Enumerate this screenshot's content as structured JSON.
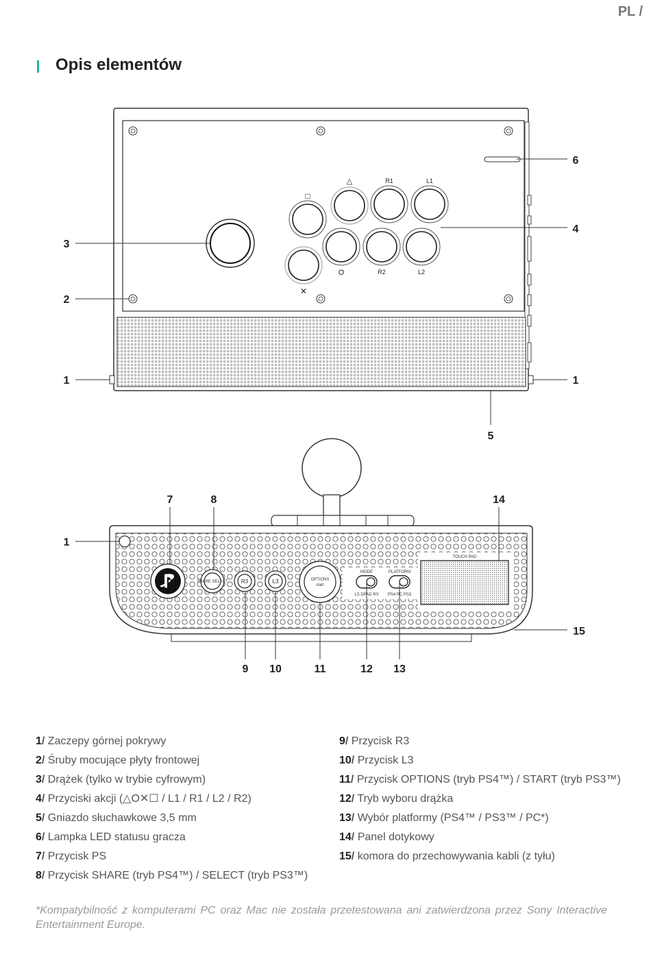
{
  "header": {
    "lang": "PL /"
  },
  "section": {
    "title": "Opis elementów"
  },
  "top_view": {
    "button_labels": [
      "△",
      "R1",
      "L1",
      "□",
      "O",
      "R2",
      "L2",
      "✕"
    ],
    "callouts": [
      "1",
      "1",
      "2",
      "3",
      "4",
      "5",
      "6"
    ]
  },
  "front_view": {
    "labels": {
      "share": "SHARE SELECT",
      "r3": "R3",
      "l3": "L3",
      "options": "OPTIONS",
      "start": "start",
      "mode": "MODE",
      "mode_opts": "LS DPAD RS",
      "platform": "PLATFORM",
      "platform_opts": "PS4 PC PS3",
      "touch_pad": "TOUCH PAD"
    },
    "callouts": [
      "1",
      "7",
      "8",
      "9",
      "10",
      "11",
      "12",
      "13",
      "14",
      "15"
    ]
  },
  "legend": {
    "left": [
      {
        "num": "1",
        "text": " Zaczepy górnej pokrywy"
      },
      {
        "num": "2",
        "text": " Śruby mocujące płyty frontowej"
      },
      {
        "num": "3",
        "text": " Drążek (tylko w trybie cyfrowym)"
      },
      {
        "num": "4",
        "text": " Przyciski akcji (△O✕☐ / L1 / R1 / L2 / R2)"
      },
      {
        "num": "5",
        "text": " Gniazdo słuchawkowe 3,5 mm"
      },
      {
        "num": "6",
        "text": " Lampka LED statusu gracza"
      },
      {
        "num": "7",
        "text": " Przycisk PS"
      },
      {
        "num": "8",
        "text": " Przycisk SHARE (tryb PS4™) / SELECT (tryb PS3™)"
      }
    ],
    "right": [
      {
        "num": "9",
        "text": " Przycisk R3"
      },
      {
        "num": "10",
        "text": " Przycisk L3"
      },
      {
        "num": "11",
        "text": " Przycisk OPTIONS (tryb PS4™) / START (tryb PS3™)"
      },
      {
        "num": "12",
        "text": " Tryb wyboru drążka"
      },
      {
        "num": "13",
        "text": " Wybór platformy (PS4™ / PS3™ / PC*)"
      },
      {
        "num": "14",
        "text": " Panel dotykowy"
      },
      {
        "num": "15",
        "text": " komora do przechowywania kabli (z tyłu)"
      }
    ]
  },
  "footnote": "*Kompatybilność z komputerami PC oraz Mac nie została przetestowana ani zatwierdzona przez Sony Interactive Entertainment Europe."
}
